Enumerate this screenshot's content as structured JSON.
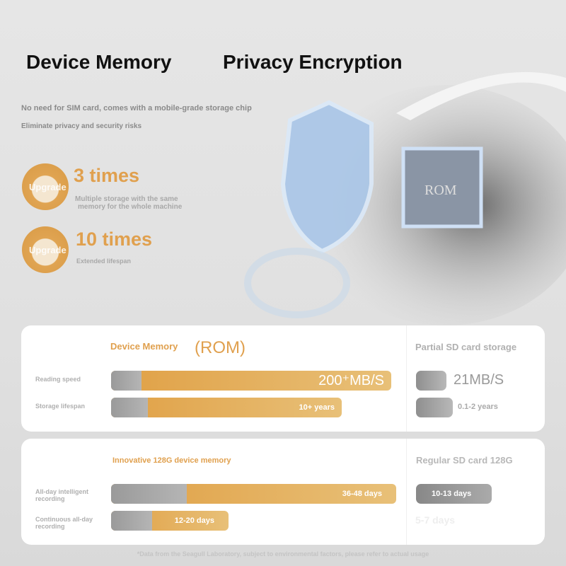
{
  "header": {
    "title_left": "Device Memory",
    "title_right": "Privacy Encryption",
    "subtitle1": "No need for SIM card, comes with a mobile-grade storage chip",
    "subtitle2": "Eliminate privacy and security risks"
  },
  "features": [
    {
      "badge": "Upgrade",
      "value": "3 times",
      "desc1": "Multiple storage with the same",
      "desc2": "memory for the whole machine"
    },
    {
      "badge": "Upgrade",
      "value": "10 times",
      "desc1": "Extended lifespan",
      "desc2": ""
    }
  ],
  "illustration": {
    "chip_label": "ROM"
  },
  "card1": {
    "heading": "Device Memory",
    "heading_suffix": "(ROM)",
    "compare_heading": "Partial SD card storage",
    "rows": [
      {
        "label": "Reading speed",
        "value": "200⁺MB/S",
        "sd_value": "21MB/S"
      },
      {
        "label": "Storage lifespan",
        "value": "10+ years",
        "sd_value": "0.1-2 years"
      }
    ]
  },
  "card2": {
    "heading": "Innovative 128G device memory",
    "compare_heading": "Regular SD card 128G",
    "rows": [
      {
        "label": "All-day intelligent recording",
        "value": "36-48 days",
        "sd_value": "10-13 days"
      },
      {
        "label": "Continuous all-day recording",
        "value": "12-20 days",
        "sd_value": "5-7 days"
      }
    ]
  },
  "footnote": "*Data from the Seagull Laboratory, subject to environmental factors, please refer to actual usage",
  "colors": {
    "accent": "#e0a04e",
    "gray": "#9a9a9a"
  }
}
